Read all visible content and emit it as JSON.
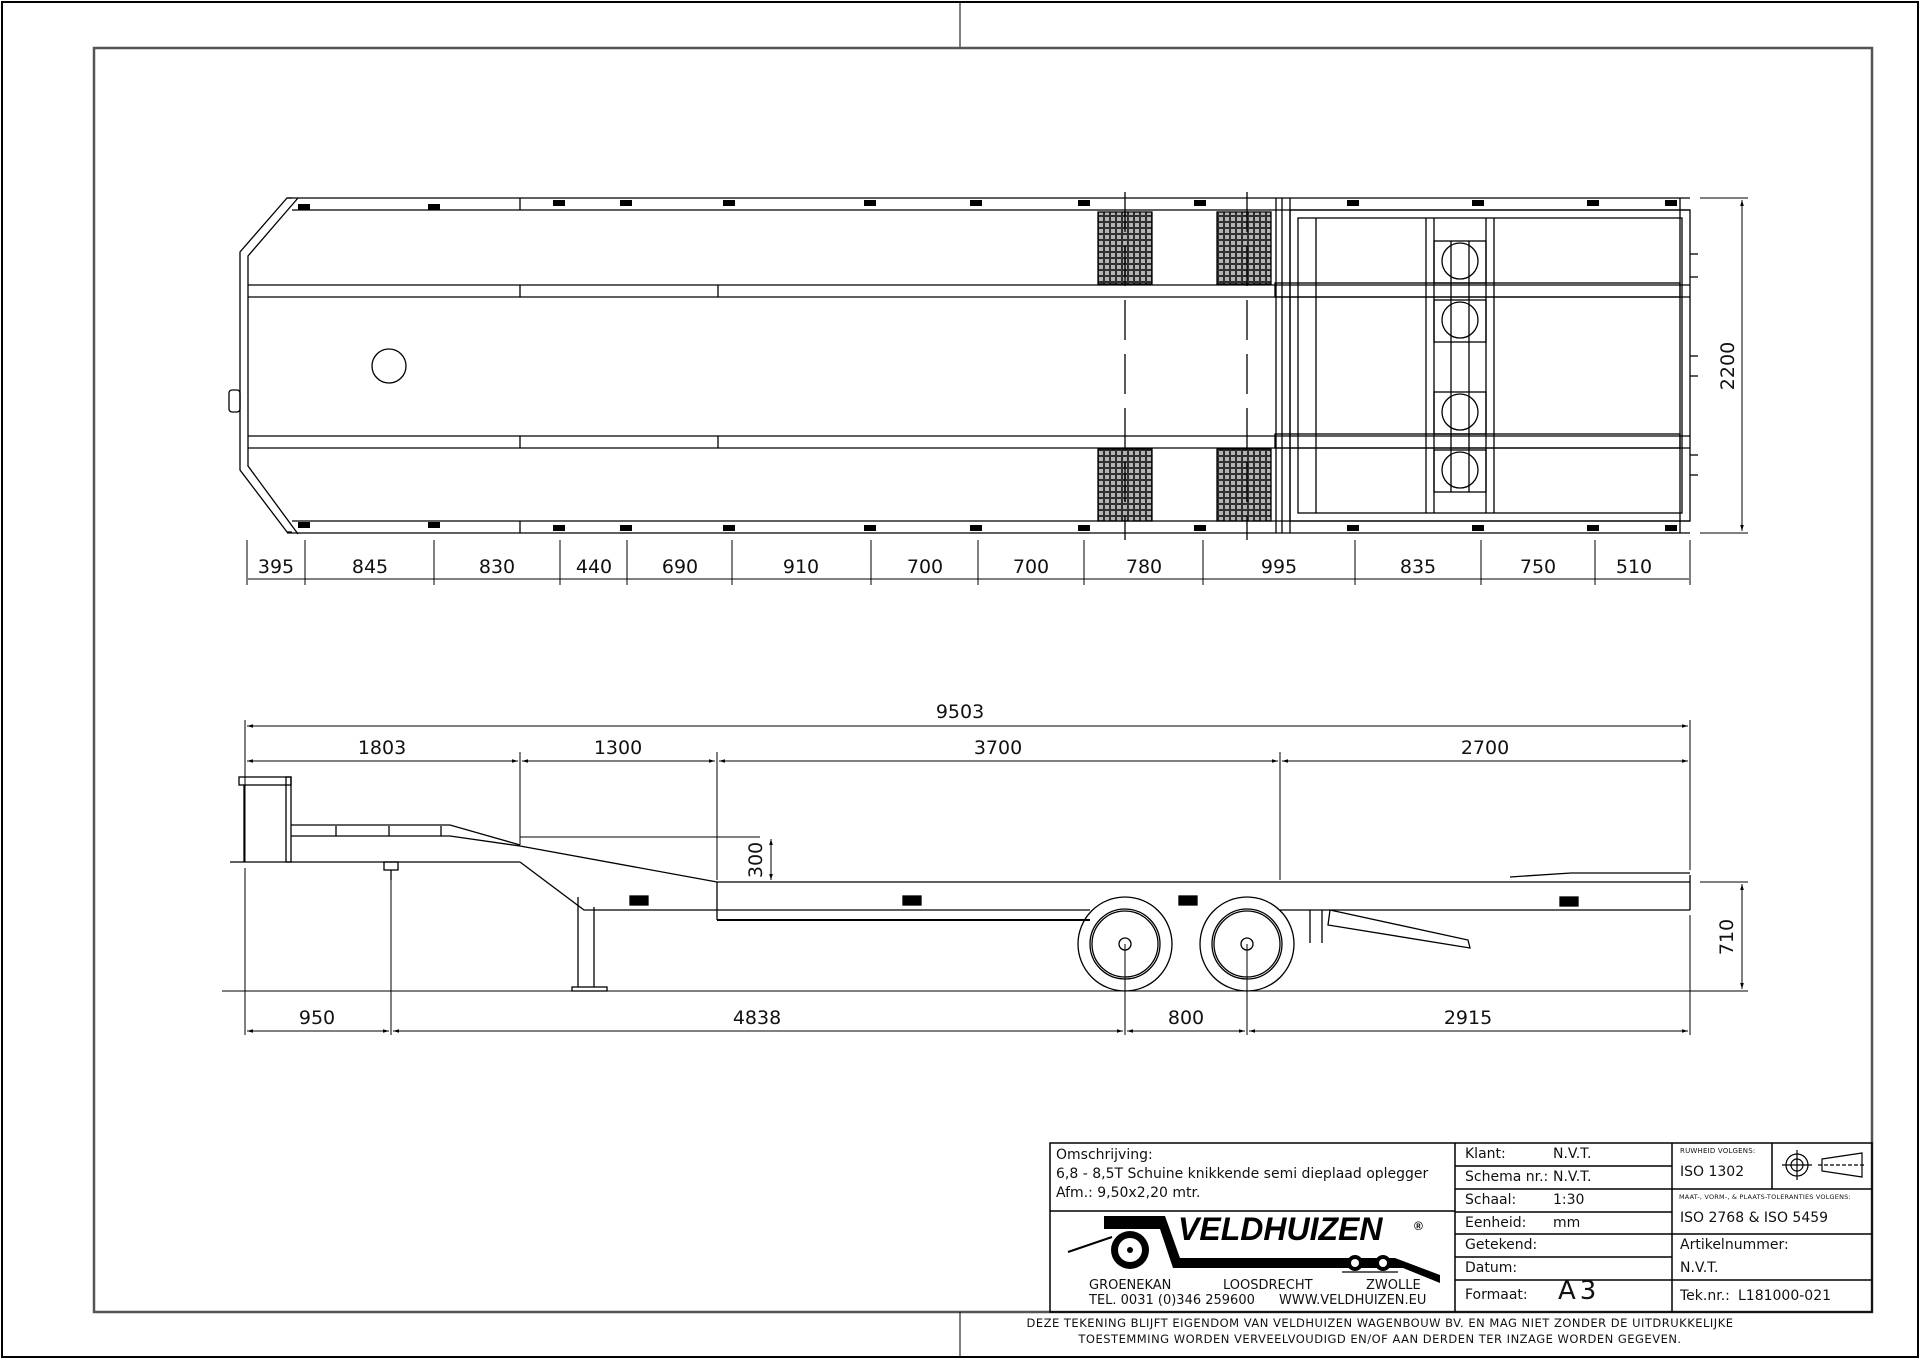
{
  "drawing": {
    "description_label": "Omschrijving:",
    "description_line1": "6,8 - 8,5T Schuine knikkende semi dieplaad oplegger",
    "description_line2": "Afm.: 9,50x2,20 mtr."
  },
  "company": {
    "name": "VELDHUIZEN",
    "registered": "®",
    "locations": [
      "GROENEKAN",
      "LOOSDRECHT",
      "ZWOLLE"
    ],
    "phone": "TEL. 0031 (0)346 259600",
    "website": "WWW.VELDHUIZEN.EU"
  },
  "titleblock": {
    "klant_label": "Klant:",
    "klant_value": "N.V.T.",
    "schema_label": "Schema nr.:",
    "schema_value": "N.V.T.",
    "schaal_label": "Schaal:",
    "schaal_value": "1:30",
    "eenheid_label": "Eenheid:",
    "eenheid_value": "mm",
    "getekend_label": "Getekend:",
    "getekend_value": "",
    "datum_label": "Datum:",
    "datum_value": "",
    "formaat_label": "Formaat:",
    "formaat_value": "A3",
    "ruwheid_label": "RUWHEID VOLGENS:",
    "ruwheid_value": "ISO 1302",
    "toleranties_label": "MAAT-, VORM-, & PLAATS-TOLERANTIES VOLGENS:",
    "toleranties_value": "ISO 2768 & ISO 5459",
    "artikel_label": "Artikelnummer:",
    "artikel_value": "N.V.T.",
    "teknr_label": "Tek.nr.:",
    "teknr_value": "L181000-021",
    "projection_icon": "first-angle-projection-icon"
  },
  "disclaimer": {
    "line1": "DEZE TEKENING BLIJFT EIGENDOM VAN VELDHUIZEN WAGENBOUW BV. EN MAG NIET ZONDER DE UITDRUKKELIJKE",
    "line2": "TOESTEMMING WORDEN VERVEELVOUDIGD EN/OF AAN DERDEN TER INZAGE WORDEN GEGEVEN."
  },
  "top_view": {
    "width_dim": "2200",
    "chain_dims": [
      "395",
      "845",
      "830",
      "440",
      "690",
      "910",
      "700",
      "700",
      "780",
      "995",
      "835",
      "750",
      "510"
    ]
  },
  "side_view": {
    "overall_length": "9503",
    "upper_dims": [
      "1803",
      "1300",
      "3700",
      "2700"
    ],
    "lower_dims": [
      "950",
      "4838",
      "800",
      "2915"
    ],
    "ramp_drop": "300",
    "deck_height": "710"
  }
}
